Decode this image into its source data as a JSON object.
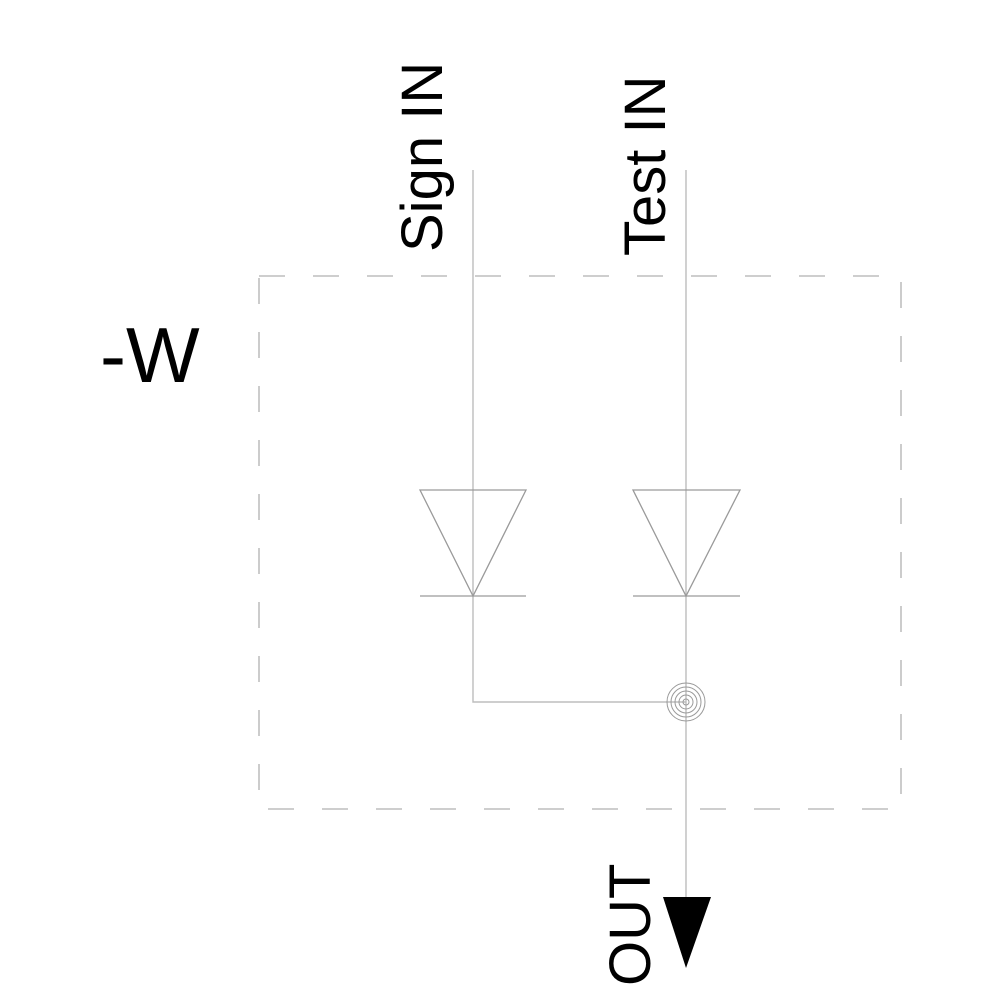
{
  "diagram": {
    "designator": "-W",
    "inputs": [
      {
        "label": "Sign IN"
      },
      {
        "label": "Test IN"
      }
    ],
    "output": {
      "label": "OUT"
    },
    "colors": {
      "wire": "#bdbdbd",
      "border": "#b0b0b0",
      "text": "#000000",
      "arrow": "#000000"
    }
  }
}
